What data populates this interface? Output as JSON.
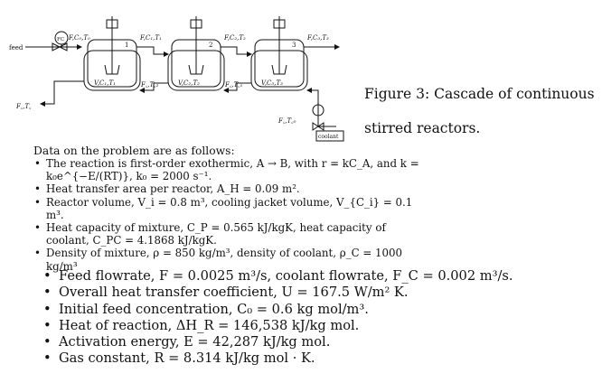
{
  "diagram": {
    "feed_label": "feed",
    "fc_label": "FC",
    "inlet_stream": "F,C₀,T₀",
    "stream_1": "F,C₁,T₁",
    "stream_2": "F,C₂,T₂",
    "stream_3": "F,C₃,T₃",
    "reactor_1_number": "1",
    "reactor_2_number": "2",
    "reactor_3_number": "3",
    "reactor_1_label": "V,C₁,T₁",
    "reactor_2_label": "V,C₂,T₂",
    "reactor_3_label": "V,C₃,T₃",
    "jacket_1_label": "F꜀,T꜀₂",
    "jacket_2_label": "F꜀,T꜀₁",
    "coolant_out_label": "F꜀,T꜀",
    "coolant_in_label": "F꜀,T꜀₀",
    "coolant_label": "coolant"
  },
  "figure_caption": {
    "line1": "Figure 3: Cascade of continuous",
    "line2": "stirred reactors."
  },
  "intro": "Data on the problem are as follows:",
  "list1": [
    "The reaction is first-order exothermic, A → B, with r = kC_A, and k = k₀e^{−E/(RT)}, k₀ = 2000 s⁻¹.",
    "Heat transfer area per reactor, A_H = 0.09 m².",
    "Reactor volume, V_i = 0.8 m³, cooling jacket volume, V_{C_i} = 0.1 m³.",
    "Heat capacity of mixture, C_P = 0.565 kJ/kgK, heat capacity of coolant, C_PC = 4.1868 kJ/kgK.",
    "Density of mixture, ρ = 850 kg/m³, density of coolant, ρ_C = 1000 kg/m³"
  ],
  "list2": [
    "Feed flowrate, F = 0.0025 m³/s, coolant flowrate, F_C = 0.002 m³/s.",
    "Overall heat transfer coefficient, U = 167.5 W/m² K.",
    "Initial feed concentration, C₀ = 0.6 kg mol/m³.",
    "Heat of reaction, ΔH_R = 146,538 kJ/kg mol.",
    "Activation energy, E = 42,287 kJ/kg mol.",
    "Gas constant, R = 8.314 kJ/kg mol · K."
  ]
}
